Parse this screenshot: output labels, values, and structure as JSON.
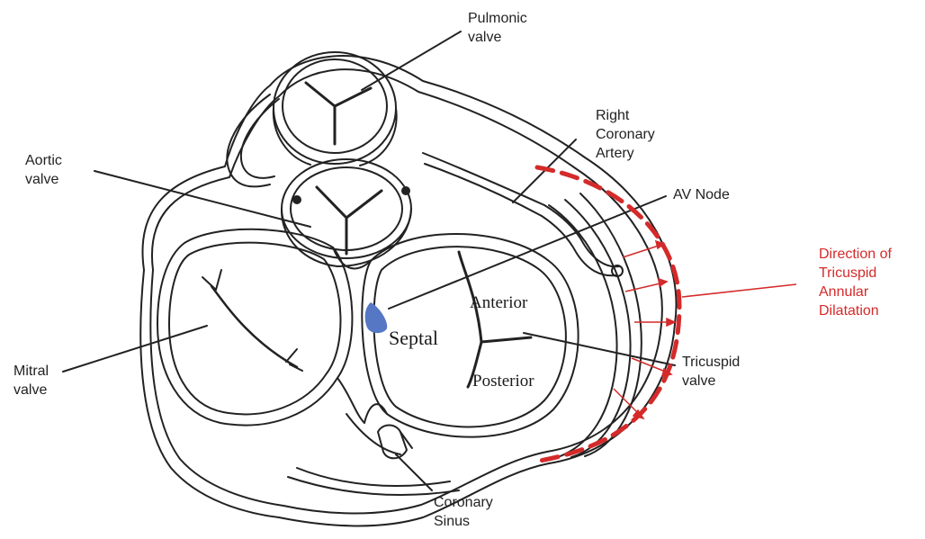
{
  "labels": {
    "pulmonic": [
      "Pulmonic",
      "valve"
    ],
    "right_coronary": [
      "Right",
      "Coronary",
      "Artery"
    ],
    "aortic": [
      "Aortic",
      "valve"
    ],
    "av_node": "AV Node",
    "direction": [
      "Direction of",
      "Tricuspid",
      "Annular",
      "Dilatation"
    ],
    "mitral": [
      "Mitral",
      "valve"
    ],
    "tricuspid": [
      "Tricuspid",
      "valve"
    ],
    "coronary_sinus": [
      "Coronary",
      "Sinus"
    ],
    "anterior": "Anterior",
    "septal": "Septal",
    "posterior": "Posterior"
  },
  "colors": {
    "line": "#222222",
    "dilatation": "#d42a2a",
    "av_node": "#5577c4"
  },
  "icons": {
    "dilatation_arrows": "arrow-right-icon"
  }
}
